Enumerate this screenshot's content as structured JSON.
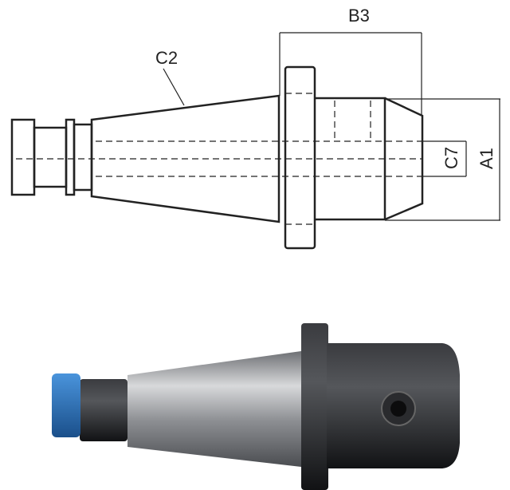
{
  "drawing": {
    "labels": {
      "b3": "B3",
      "c2": "C2",
      "c7": "C7",
      "a1": "A1"
    }
  },
  "photo": {
    "colors": {
      "body": "#1e1f22",
      "cone": "#9a9ca0",
      "ring": "#2b78c4"
    }
  }
}
